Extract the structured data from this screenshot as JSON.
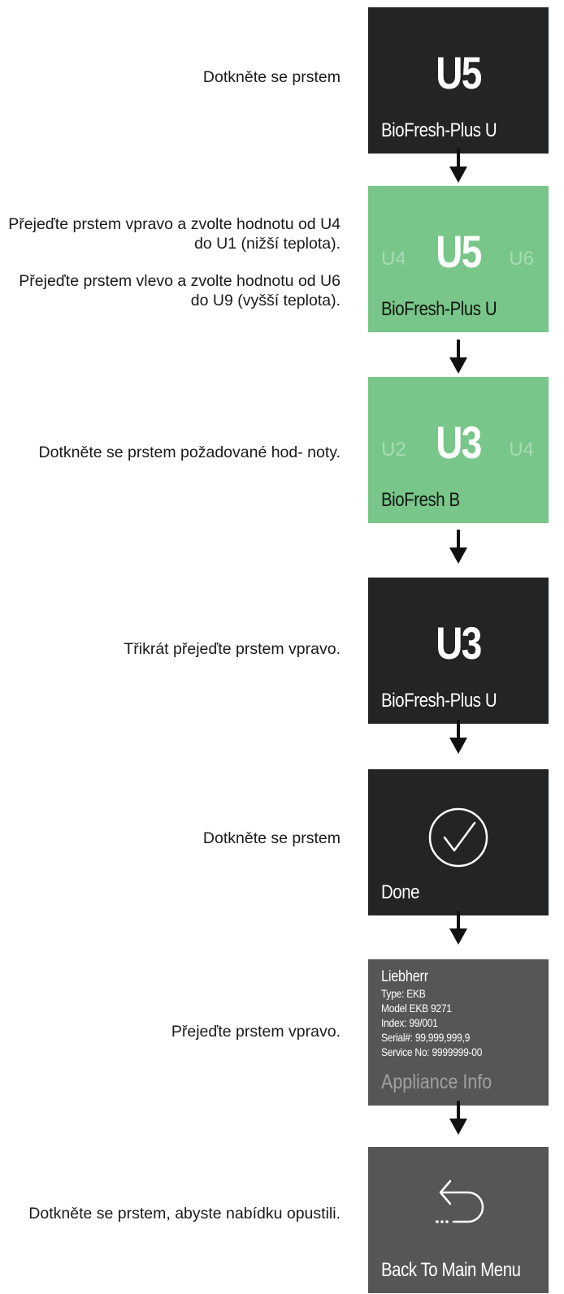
{
  "steps": [
    {
      "instruction": [
        "Dotkněte se prstem"
      ],
      "panel": {
        "theme": "dark",
        "value": "U5",
        "mode": "BioFresh-Plus U"
      }
    },
    {
      "instruction": [
        "Přejeďte prstem vpravo a zvolte hodnotu od U4 do U1 (nižší teplota).",
        "Přejeďte prstem vlevo a zvolte hodnotu od U6 do U9 (vyšší teplota)."
      ],
      "panel": {
        "theme": "green",
        "prev": "U4",
        "value": "U5",
        "next": "U6",
        "mode": "BioFresh-Plus U"
      }
    },
    {
      "instruction": [
        "Dotkněte se prstem požadované hod- noty."
      ],
      "panel": {
        "theme": "green",
        "prev": "U2",
        "value": "U3",
        "next": "U4",
        "mode": "BioFresh B"
      }
    },
    {
      "instruction": [
        "Třikrát přejeďte prstem vpravo."
      ],
      "panel": {
        "theme": "dark",
        "value": "U3",
        "mode": "BioFresh-Plus U"
      }
    },
    {
      "instruction": [
        "Dotkněte se prstem"
      ],
      "panel": {
        "theme": "dark",
        "icon": "check-circle-icon",
        "mode": "Done"
      }
    },
    {
      "instruction": [
        "Přejeďte prstem vpravo."
      ],
      "panel": {
        "theme": "gray",
        "info": [
          "Liebherr",
          "Type: EKB",
          "Model EKB 9271",
          "Index: 99/001",
          "Serial#: 99,999,999,9",
          "Service No: 9999999-00"
        ],
        "mode": "Appliance Info"
      }
    },
    {
      "instruction": [
        "Dotkněte se prstem, abyste nabídku opustili."
      ],
      "panel": {
        "theme": "gray",
        "icon": "back-arrow-icon",
        "mode": "Back To Main Menu"
      }
    }
  ],
  "colors": {
    "dark": "#222426",
    "green": "#78c689",
    "gray": "#565656",
    "arrow": "#111111"
  }
}
